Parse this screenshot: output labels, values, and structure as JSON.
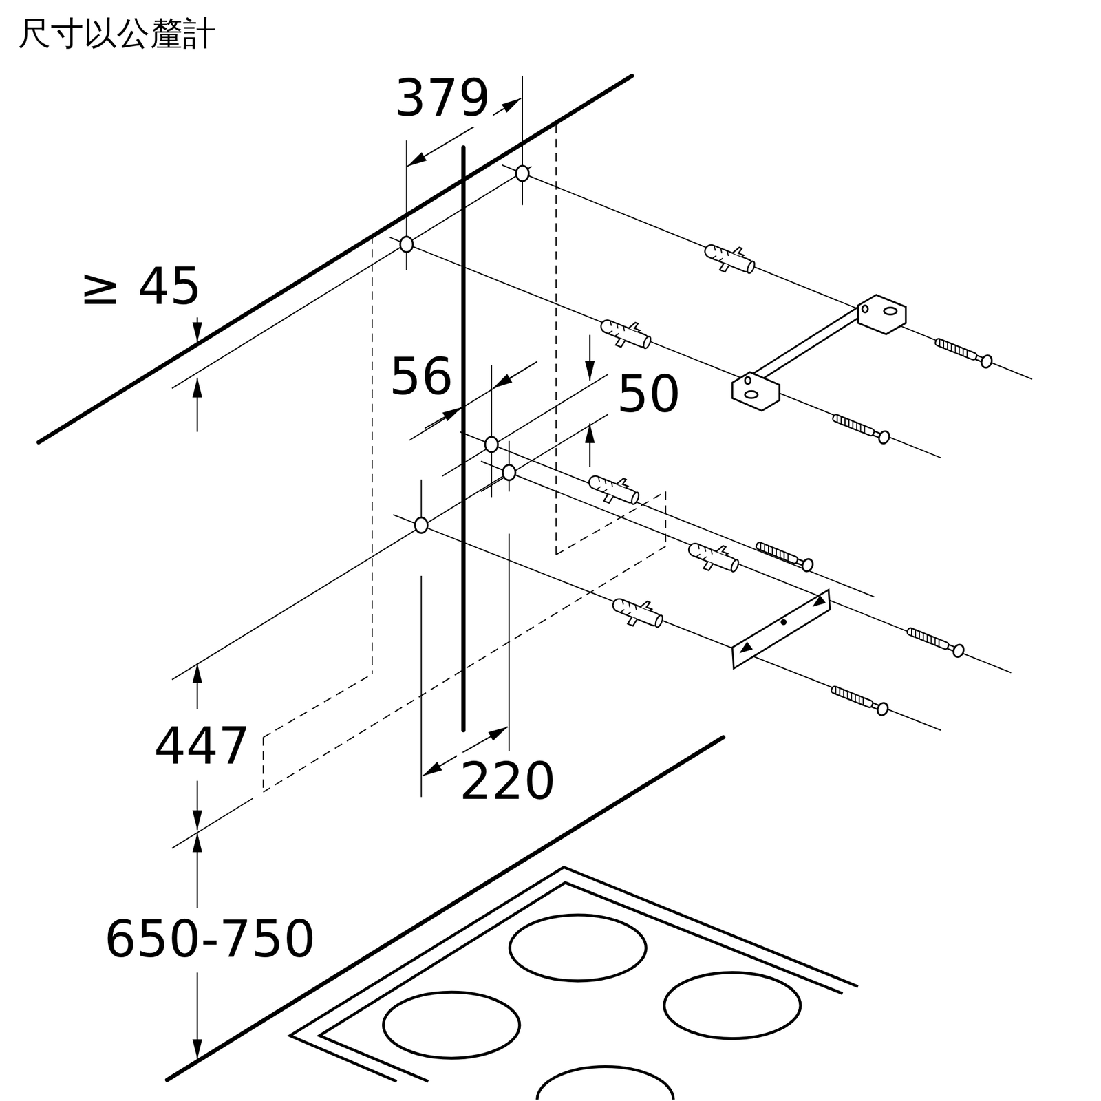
{
  "diagram": {
    "title": "尺寸以公釐計",
    "labels": [
      "379",
      "≥ 45",
      "56",
      "50",
      "447",
      "220",
      "650-750"
    ]
  }
}
